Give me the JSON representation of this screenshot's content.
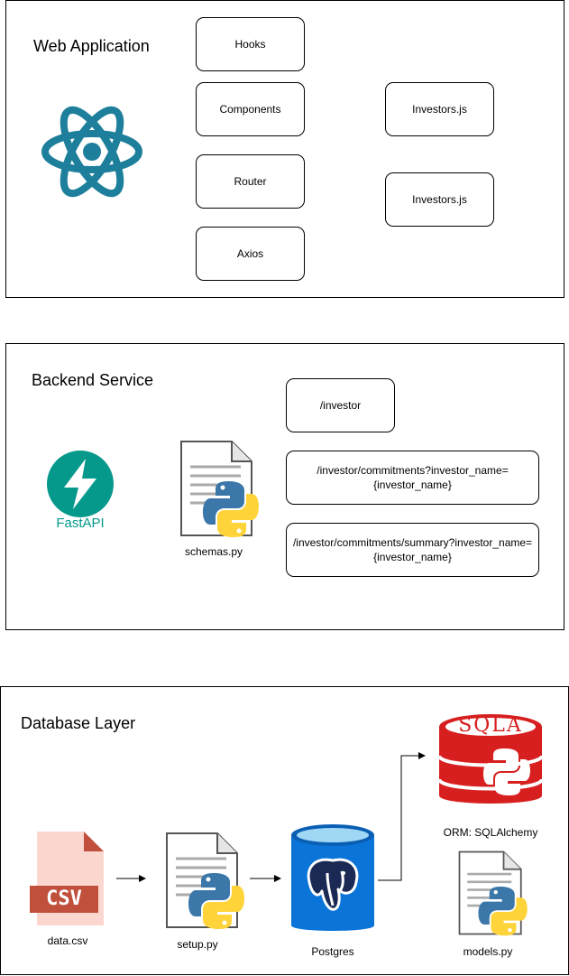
{
  "web": {
    "title": "Web Application",
    "boxes": [
      "Hooks",
      "Components",
      "Router",
      "Axios"
    ],
    "files": [
      "Investors.js",
      "Investors.js"
    ]
  },
  "backend": {
    "title": "Backend Service",
    "fastapi_label": "FastAPI",
    "schemas_label": "schemas.py",
    "endpoints": [
      "/investor",
      "/investor/commitments?investor_name={investor_name}",
      "/investor/commitments/summary?investor_name={investor_name}"
    ]
  },
  "database": {
    "title": "Database Layer",
    "csv_label": "data.csv",
    "csv_badge": "CSV",
    "setup_label": "setup.py",
    "postgres_label": "Postgres",
    "sqla_badge": "SQLA",
    "orm_label": "ORM: SQLAlchemy",
    "models_label": "models.py"
  },
  "colors": {
    "react": "#1d7f9b",
    "fastapi": "#05998b",
    "python_blue": "#3b77a8",
    "python_yellow": "#ffd43b",
    "csv_red": "#c0503c",
    "csv_bg": "#fcd7d0",
    "postgres_blue": "#0a74d8",
    "sqla_red": "#d71f1f"
  }
}
